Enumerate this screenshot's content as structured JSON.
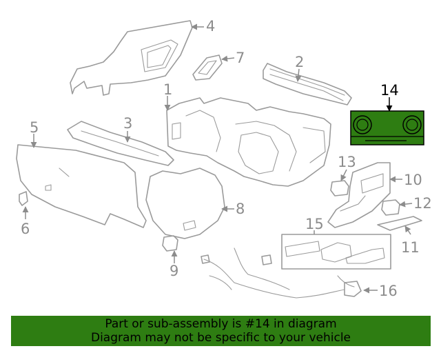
{
  "diagram": {
    "callouts": [
      "1",
      "2",
      "3",
      "4",
      "5",
      "6",
      "7",
      "8",
      "9",
      "10",
      "11",
      "12",
      "13",
      "14",
      "15",
      "16"
    ],
    "highlighted_part": "14",
    "highlight_color": "#2e7d12"
  },
  "banner": {
    "line1": "Part or sub-assembly is #14 in diagram",
    "line2": "Diagram may not be specific to your vehicle",
    "background": "#2e7d12"
  }
}
